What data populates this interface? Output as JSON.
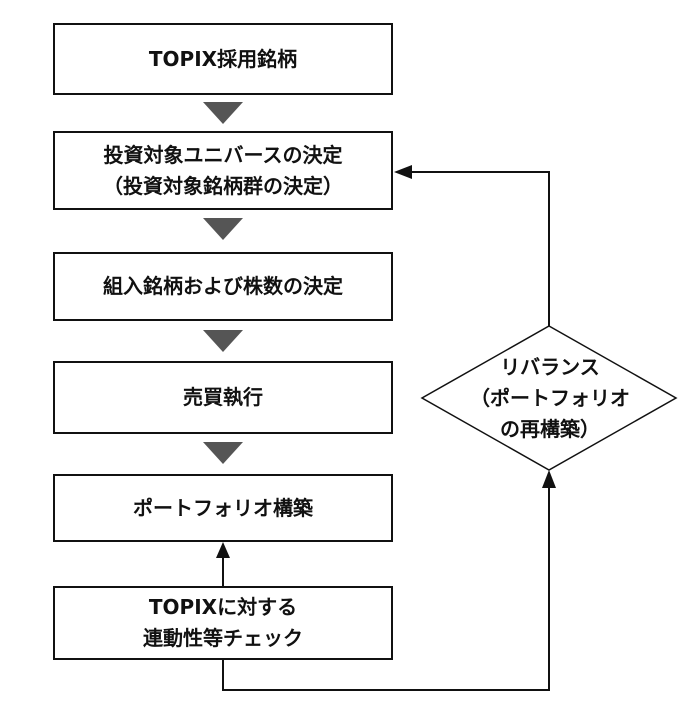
{
  "steps": [
    {
      "lines": [
        "TOPIX採用銘柄"
      ]
    },
    {
      "lines": [
        "投資対象ユニバースの決定",
        "（投資対象銘柄群の決定）"
      ]
    },
    {
      "lines": [
        "組入銘柄および株数の決定"
      ]
    },
    {
      "lines": [
        "売買執行"
      ]
    },
    {
      "lines": [
        "ポートフォリオ構築"
      ]
    },
    {
      "lines": [
        "TOPIXに対する",
        "連動性等チェック"
      ]
    }
  ],
  "rebalance": {
    "lines": [
      "リバランス",
      "（ポートフォリオ",
      "の再構築）"
    ]
  },
  "colors": {
    "line": "#111111",
    "arrow_gray": "#555555",
    "background": "#ffffff"
  }
}
